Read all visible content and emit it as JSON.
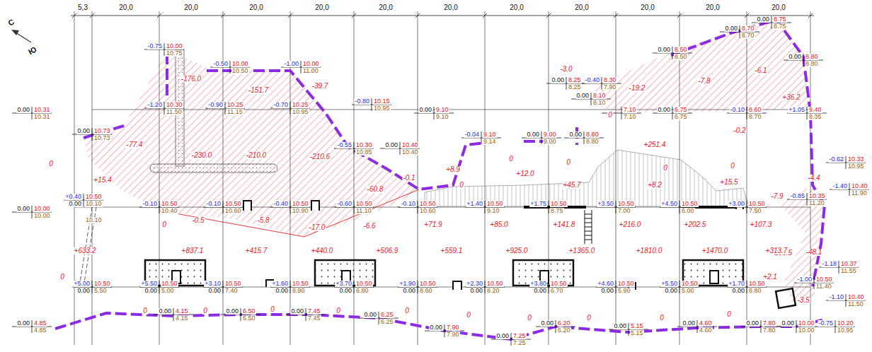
{
  "diagram": {
    "labels": [
      "5,3",
      "20,0",
      "20,0",
      "20,0",
      "20,0",
      "20,0",
      "20,0",
      "20,0",
      "20,0",
      "20,0",
      "20,0",
      "20,0",
      "С",
      "Ю",
      "0.00",
      "10.31",
      "10.31",
      "0.00",
      "10.73",
      "10.73",
      "-0.75",
      "10.00",
      "10.75",
      "-1.20",
      "10.30",
      "11.50",
      "-0.50",
      "10.00",
      "10.50",
      "-0.90",
      "10.25",
      "11.15",
      "-1.00",
      "10.00",
      "11.00",
      "-0.70",
      "10.25",
      "10.95",
      "-0.80",
      "10.15",
      "10.95",
      "-0.55",
      "10.30",
      "10.85",
      "0.00",
      "10.40",
      "10.40",
      "0.00",
      "9.10",
      "9.10",
      "-0.04",
      "9.10",
      "9.14",
      "0.00",
      "9.00",
      "9.00",
      "0.00",
      "8.80",
      "8.80",
      "0.00",
      "8.25",
      "8.25",
      "-0.40",
      "8.30",
      "7.90",
      "0.00",
      "8.10",
      "8.10",
      "-3.0",
      "0",
      "7.10",
      "7.10",
      "0.00",
      "8.50",
      "8.50",
      "0.00",
      "8.70",
      "8.70",
      "0.00",
      "8.75",
      "8.75",
      "0.00",
      "8.80",
      "8.80",
      "0.00",
      "6.75",
      "6.75",
      "-0.10",
      "8.60",
      "8.70",
      "+1.05",
      "9.40",
      "8.35",
      "-0.62",
      "10.33",
      "10.95",
      "-1.40",
      "10.40",
      "11.90",
      "-0.85",
      "10.35",
      "11.20",
      "-1.18",
      "10.37",
      "11.55",
      "-1.00",
      "10.50",
      "11.40",
      "-1.10",
      "10.40",
      "11.50",
      "-0.75",
      "10.20",
      "10.95",
      "0.00",
      "10.00",
      "10.00",
      "+0.40",
      "10.50",
      "10.10",
      "0.00",
      "10.10",
      "0.00",
      "10.00",
      "10.00",
      "-0.10",
      "10.50",
      "10.40",
      "-0.10",
      "10.50",
      "10.60",
      "-0.40",
      "10.50",
      "10.90",
      "-0.60",
      "10.50",
      "11.10",
      "-0.10",
      "10.50",
      "10.60",
      "+1.40",
      "10.50",
      "9.10",
      "+1.75",
      "10.50",
      "8.75",
      "+3.50",
      "10.50",
      "7.00",
      "+4.50",
      "10.50",
      "6.00",
      "+3.00",
      "10.50",
      "7.50",
      "+5.00",
      "10.50",
      "5.50",
      "0.00",
      "+5.50",
      "10.50",
      "5.00",
      "0.00",
      "+3.10",
      "10.50",
      "7.40",
      "0.00",
      "+1.60",
      "10.50",
      "8.90",
      "0.00",
      "+3.70",
      "10.50",
      "6.80",
      "0.00",
      "+1.90",
      "10.50",
      "8.60",
      "0.00",
      "+2.30",
      "10.50",
      "8.20",
      "0.00",
      "+3.80",
      "10.50",
      "6.70",
      "0.00",
      "+4.60",
      "10.50",
      "5.90",
      "0.00",
      "+5.50",
      "10.50",
      "5.00",
      "0.00",
      "+1.70",
      "10.50",
      "8.80",
      "0.00",
      "0.00",
      "4.85",
      "4.85",
      "0.00",
      "4.15",
      "4.15",
      "0.00",
      "6.50",
      "6.50",
      "0.00",
      "7.45",
      "7.45",
      "0.00",
      "6.25",
      "6.25",
      "0.00",
      "7.90",
      "7.90",
      "0.00",
      "7.25",
      "7.25",
      "0.00",
      "6.20",
      "6.20",
      "0.00",
      "5.15",
      "5.15",
      "0.00",
      "4.60",
      "4.60",
      "0.00",
      "7.80",
      "7.80",
      "-176.0",
      "-151.7",
      "-39.7",
      "-77.4",
      "-230.0",
      "-210.0",
      "-210.6",
      "+15.4",
      "0",
      "0",
      "-0.5",
      "-5.8",
      "-17.0",
      "-6.6",
      "-60.8",
      "-0.1",
      "+8.9",
      "0",
      "0",
      "+12.0",
      "0",
      "+45.7",
      "+251.4",
      "0",
      "+8.2",
      "0",
      "+15.5",
      "-19.2",
      "-7.8",
      "-6.1",
      "+36.2",
      "-0.2",
      "-4.4",
      "-7.9",
      "-106.5",
      "-48.1",
      "+2.1",
      "-3.5",
      "+71.9",
      "+85.0",
      "+141.8",
      "+216.0",
      "+202.5",
      "+107.3",
      "+633.2",
      "+837.1",
      "+415.7",
      "+440.0",
      "+506.9",
      "+559.1",
      "+925.0",
      "+1365.0",
      "+1810.0",
      "+1470.0",
      "+313.7",
      "0",
      "0",
      "0",
      "0",
      "0",
      "0",
      "0",
      "0",
      "0",
      "0",
      "0"
    ]
  }
}
